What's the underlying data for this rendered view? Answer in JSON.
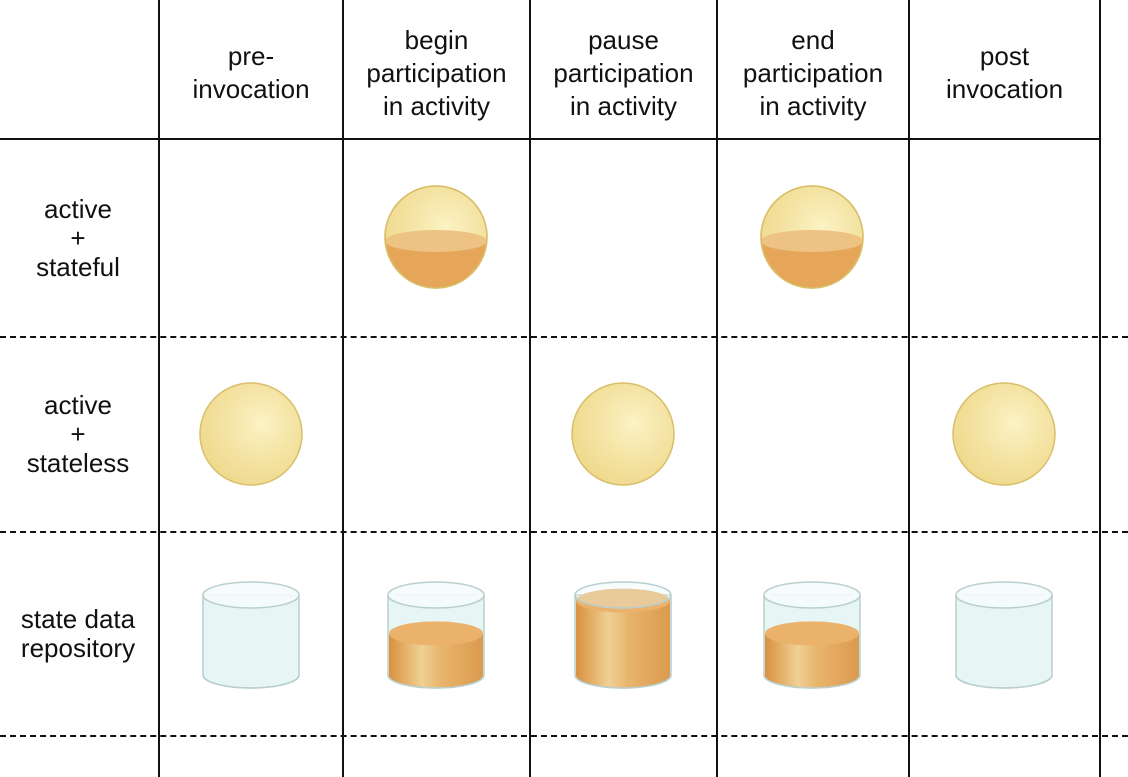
{
  "columns": [
    {
      "id": "pre",
      "label": "pre-\ninvocation"
    },
    {
      "id": "begin",
      "label": "begin\nparticipation\nin activity"
    },
    {
      "id": "pause",
      "label": "pause\nparticipation\nin activity"
    },
    {
      "id": "end",
      "label": "end\nparticipation\nin activity"
    },
    {
      "id": "post",
      "label": "post\ninvocation"
    }
  ],
  "rows": [
    {
      "id": "stateful",
      "label": "active\n+\nstateful"
    },
    {
      "id": "stateless",
      "label": "active\n+\nstateless"
    },
    {
      "id": "repository",
      "label": "state data\nrepository"
    }
  ],
  "cells": {
    "stateful": [
      "empty",
      "sphere-half",
      "empty",
      "sphere-half",
      "empty"
    ],
    "stateless": [
      "sphere",
      "empty",
      "sphere",
      "empty",
      "sphere"
    ],
    "repository": [
      "cylinder-empty",
      "cylinder-half",
      "cylinder-full",
      "cylinder-half",
      "cylinder-empty"
    ]
  },
  "colors": {
    "sphere_light": "#fbf3c4",
    "sphere_mid": "#efd98c",
    "sphere_rim": "#d9bf6a",
    "liquid": "#e5a65a",
    "liquid_top": "#eec283",
    "glass": "#e8f5f5",
    "glass_edge": "#b9cfcf"
  }
}
